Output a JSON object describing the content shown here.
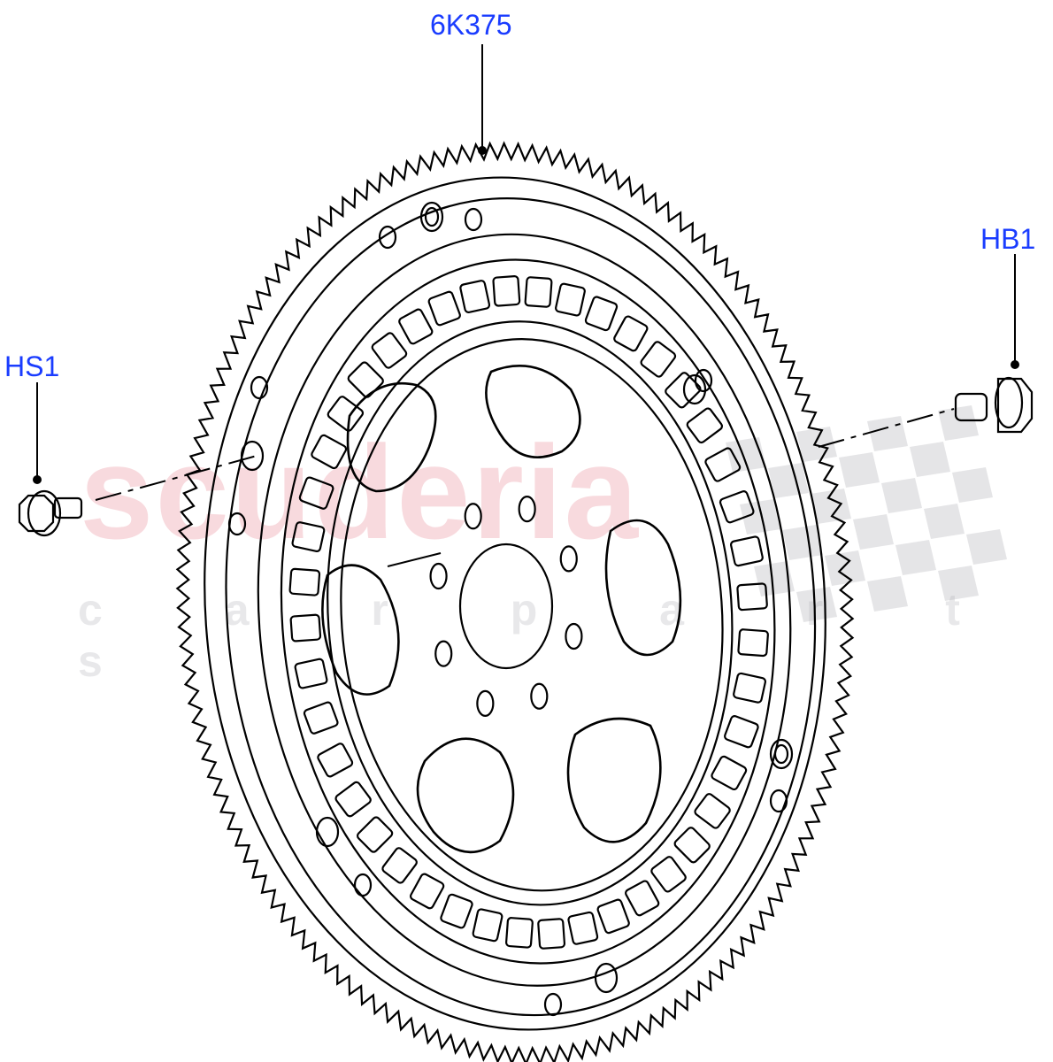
{
  "callouts": [
    {
      "id": "6K375",
      "part": "flywheel"
    },
    {
      "id": "HB1",
      "part": "bolt-right"
    },
    {
      "id": "HS1",
      "part": "bolt-left"
    }
  ],
  "watermark": {
    "brand": "scuderia",
    "sub": "c a r p a r t s"
  },
  "colors": {
    "callout": "#1a3cff",
    "line": "#000000",
    "watermark_brand": "#eb96a0",
    "watermark_sub": "#b4b4b9"
  }
}
